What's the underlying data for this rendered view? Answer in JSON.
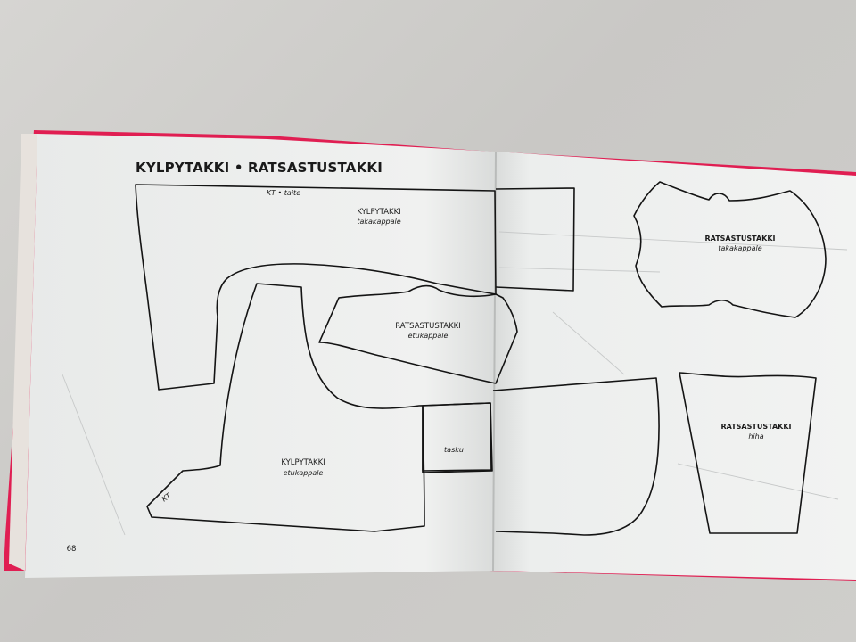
{
  "page": {
    "title": "KYLPYTAKKI • RATSASTUSTAKKI",
    "page_number": "68"
  },
  "pieces": {
    "kylpy_back": {
      "name": "KYLPYTAKKI",
      "part": "takakappale",
      "fold": "KT • taite"
    },
    "ratsastus_front": {
      "name": "RATSASTUSTAKKI",
      "part": "etukappale"
    },
    "kylpy_front": {
      "name": "KYLPYTAKKI",
      "part": "etukappale",
      "corner": "KT"
    },
    "pocket": {
      "name": "tasku"
    },
    "ratsastus_back": {
      "name": "RATSASTUSTAKKI",
      "part": "takakappale"
    },
    "ratsastus_sleeve": {
      "name": "RATSASTUSTAKKI",
      "part": "hiha"
    }
  },
  "colors": {
    "background": "#cfcecb",
    "paper": "#eef0ef",
    "cover": "#e01e52",
    "ink": "#141414"
  }
}
